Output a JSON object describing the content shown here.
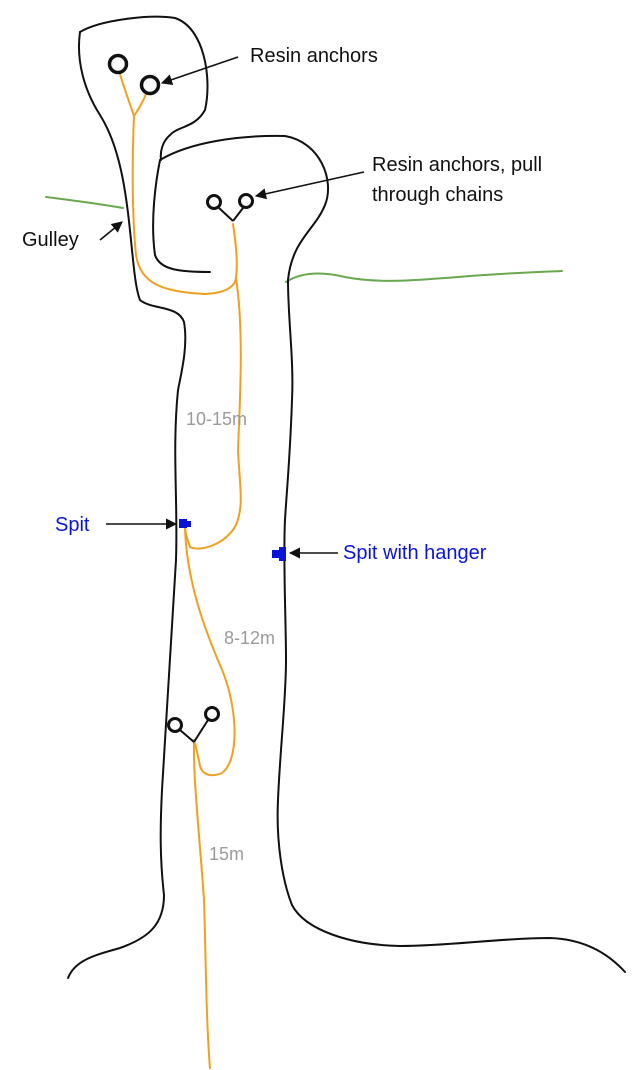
{
  "labels": {
    "resin_anchors_top": "Resin anchors",
    "resin_anchors_chains_line1": "Resin anchors, pull",
    "resin_anchors_chains_line2": "through chains",
    "gulley": "Gulley",
    "spit": "Spit",
    "spit_with_hanger": "Spit with hanger",
    "pitch_1_length": "10-15m",
    "pitch_2_length": "8-12m",
    "pitch_3_length": "15m"
  },
  "colors": {
    "rope": "#f0a020",
    "spit": "#0a14d8",
    "pitch_length_text": "#9a9a9a",
    "ground_line": "#6aa84f",
    "outline": "#111111"
  }
}
